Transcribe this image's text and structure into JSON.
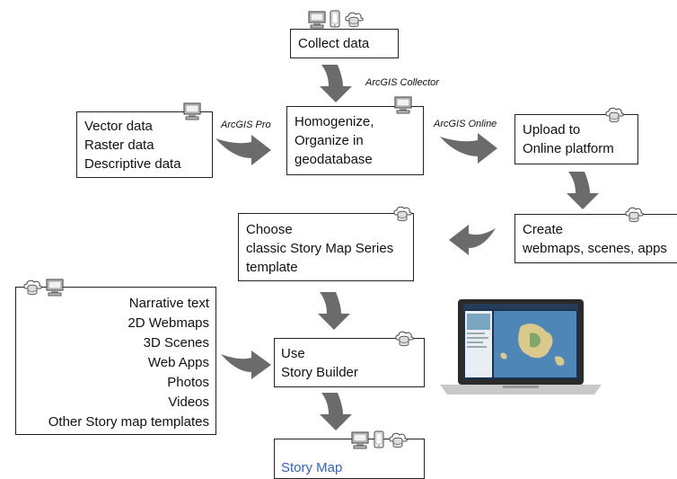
{
  "tools": {
    "collector": "ArcGIS Collector",
    "pro": "ArcGIS Pro",
    "online": "ArcGIS Online"
  },
  "nodes": {
    "collect": {
      "lines": [
        "Collect data"
      ]
    },
    "sources": {
      "lines": [
        "Vector data",
        "Raster data",
        "Descriptive data"
      ]
    },
    "homogenize": {
      "lines": [
        "Homogenize,",
        "Organize in",
        "geodatabase"
      ]
    },
    "upload": {
      "lines": [
        "Upload to",
        "Online platform"
      ]
    },
    "create": {
      "lines": [
        "Create",
        "webmaps, scenes, apps"
      ]
    },
    "choose": {
      "lines": [
        "Choose",
        "classic Story Map Series",
        "template"
      ]
    },
    "content": {
      "lines": [
        "Narrative text",
        "2D Webmaps",
        "3D Scenes",
        "Web Apps",
        "Photos",
        "Videos",
        "Other Story map templates"
      ]
    },
    "use": {
      "lines": [
        "Use",
        "Story Builder"
      ]
    },
    "storymap": {
      "lines": [
        "Story Map"
      ]
    }
  },
  "icons": {
    "collect": [
      "desktop-icon",
      "phone-icon",
      "cloud-database-icon"
    ],
    "sources": [
      "desktop-icon"
    ],
    "homogenize": [
      "desktop-icon"
    ],
    "upload": [
      "cloud-database-icon"
    ],
    "create": [
      "cloud-database-icon"
    ],
    "choose": [
      "cloud-database-icon"
    ],
    "content": [
      "cloud-database-icon",
      "desktop-icon"
    ],
    "use": [
      "cloud-database-icon"
    ],
    "storymap": [
      "desktop-icon",
      "phone-icon",
      "cloud-database-icon"
    ]
  },
  "colors": {
    "arrow": "#6b6b6b",
    "storymap_text": "#2f63c8",
    "box_border": "#222222"
  }
}
